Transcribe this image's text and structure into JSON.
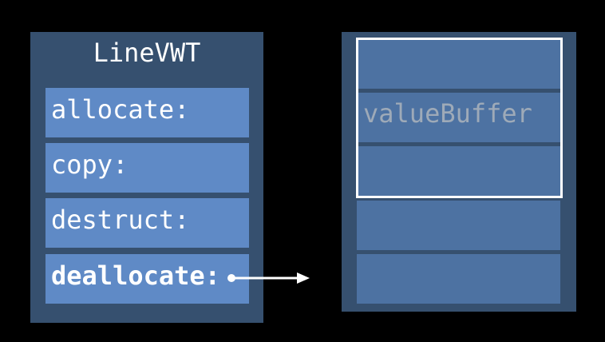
{
  "vwt": {
    "title": "LineVWT",
    "entries": [
      {
        "label": "allocate:"
      },
      {
        "label": "copy:"
      },
      {
        "label": "destruct:"
      },
      {
        "label": "deallocate:"
      }
    ]
  },
  "container": {
    "slot_count": 5,
    "value_buffer_label": "valueBuffer"
  },
  "colors": {
    "background": "#000000",
    "table_bg": "#36506f",
    "entry_bg": "#5f8ac6",
    "slot_bg": "#4d72a2",
    "text": "#ffffff",
    "muted_text": "#9eaab8"
  }
}
